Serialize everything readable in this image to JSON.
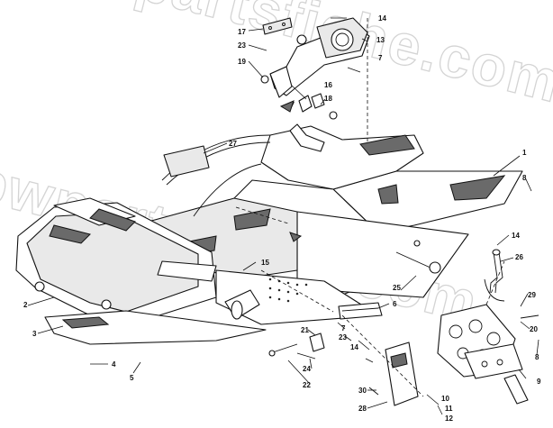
{
  "watermark": {
    "text": "bwpartsfiche.com"
  },
  "diagram": {
    "callouts": [
      {
        "label": "1"
      },
      {
        "label": "2"
      },
      {
        "label": "3"
      },
      {
        "label": "4"
      },
      {
        "label": "5"
      },
      {
        "label": "6"
      },
      {
        "label": "7"
      },
      {
        "label": "7"
      },
      {
        "label": "8"
      },
      {
        "label": "8"
      },
      {
        "label": "9"
      },
      {
        "label": "10"
      },
      {
        "label": "11"
      },
      {
        "label": "12"
      },
      {
        "label": "13"
      },
      {
        "label": "14"
      },
      {
        "label": "14"
      },
      {
        "label": "14"
      },
      {
        "label": "15"
      },
      {
        "label": "16"
      },
      {
        "label": "17"
      },
      {
        "label": "18"
      },
      {
        "label": "19"
      },
      {
        "label": "20"
      },
      {
        "label": "21"
      },
      {
        "label": "22"
      },
      {
        "label": "23"
      },
      {
        "label": "23"
      },
      {
        "label": "24"
      },
      {
        "label": "25"
      },
      {
        "label": "26"
      },
      {
        "label": "27"
      },
      {
        "label": "28"
      },
      {
        "label": "29"
      },
      {
        "label": "30"
      }
    ]
  }
}
